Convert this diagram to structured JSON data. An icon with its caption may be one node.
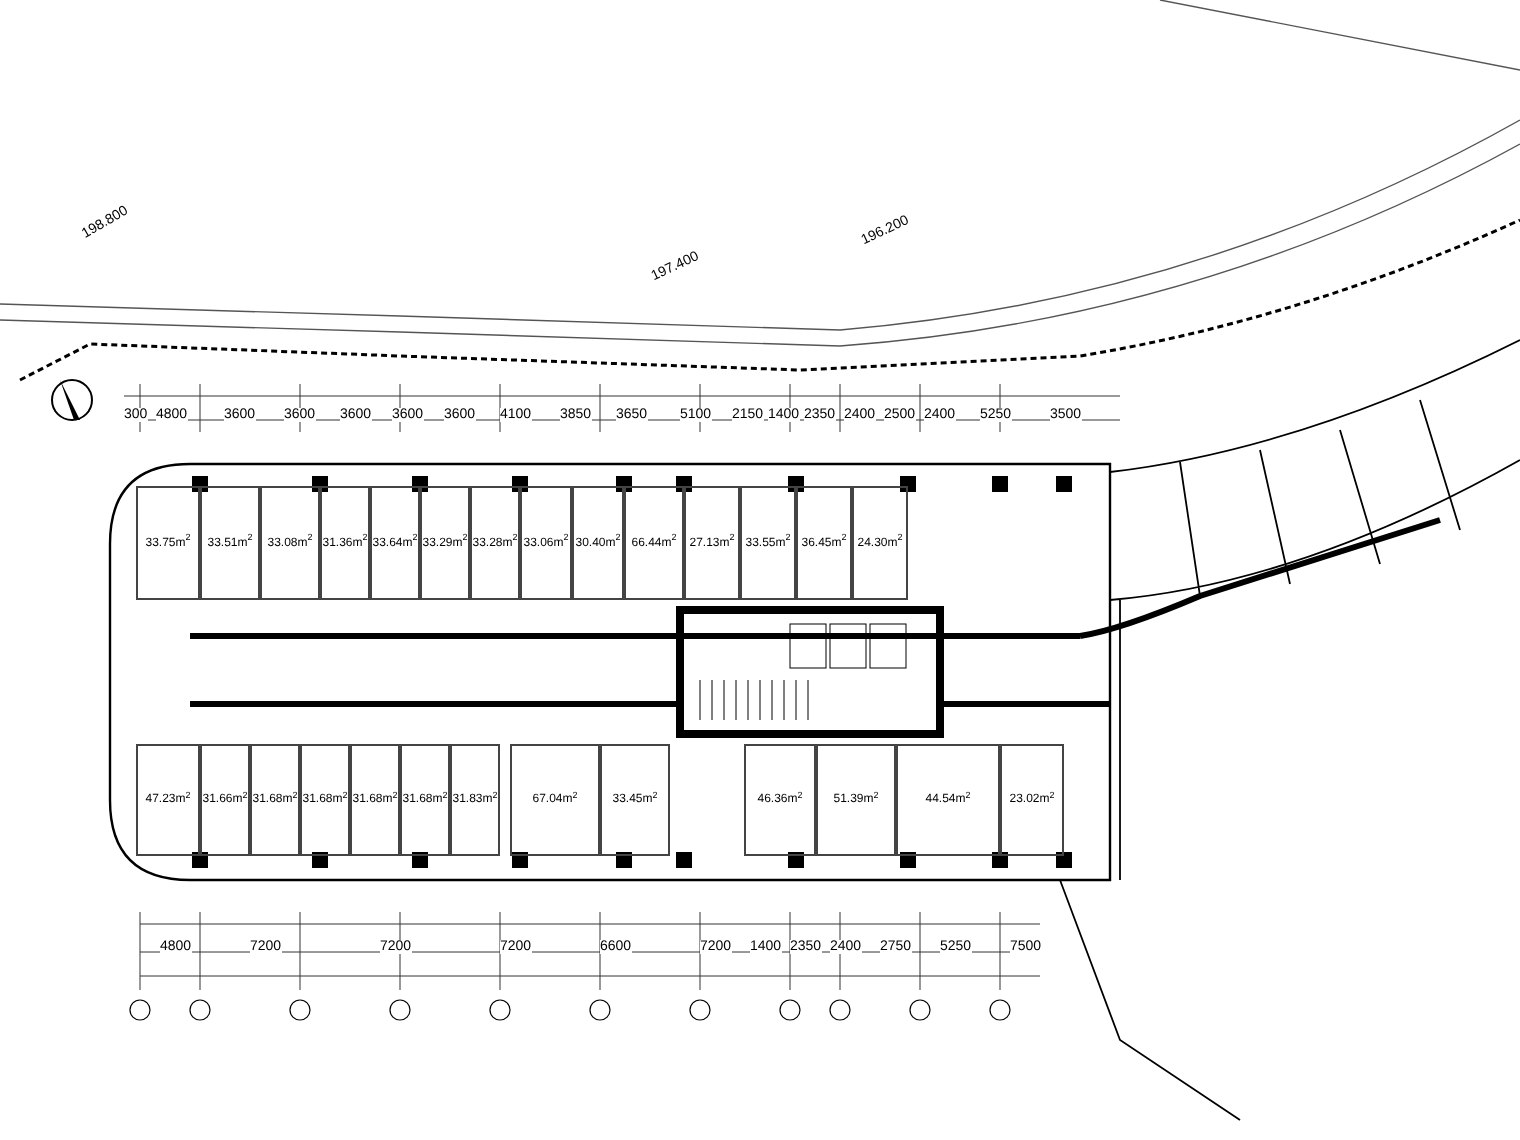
{
  "diagram": {
    "nodes": [
      {
        "text": [
          "33.75m$^{2}$"
        ]
      },
      {
        "text": [
          "33.51m$^{2}$"
        ]
      },
      {
        "text": [
          "33.08m$^{2}$"
        ]
      },
      {
        "text": [
          "31.36m$^{2}$"
        ]
      },
      {
        "text": [
          "33.64m$^{2}$"
        ]
      },
      {
        "text": [
          "33.29m$^{2}$"
        ]
      },
      {
        "text": [
          "33.28m$^{2}$"
        ]
      },
      {
        "text": [
          "33.06m$^{2}$"
        ]
      },
      {
        "text": [
          "30.40m$^{2}$"
        ]
      },
      {
        "text": [
          "66.44m$^{2}$"
        ]
      },
      {
        "text": [
          "27.13m$^{2}$"
        ]
      },
      {
        "text": [
          "33.55m$^{2}$"
        ]
      },
      {
        "text": [
          "36.45m$^{2}$"
        ]
      },
      {
        "text": [
          "24.30m$^{2}$"
        ]
      },
      {
        "text": [
          "47.23m$^{2}$"
        ]
      },
      {
        "text": [
          "31.66m$^{2}$"
        ]
      },
      {
        "text": [
          "31.68m$^{2}$"
        ]
      },
      {
        "text": [
          "31.68m$^{2}$"
        ]
      },
      {
        "text": [
          "31.68m$^{2}$"
        ]
      },
      {
        "text": [
          "31.68m$^{2}$"
        ]
      },
      {
        "text": [
          "31.83m$^{2}$"
        ]
      },
      {
        "text": [
          "67.04m$^{2}$"
        ]
      },
      {
        "text": [
          "33.45m$^{2}$"
        ]
      },
      {
        "text": [
          "46.36m$^{2}$"
        ]
      },
      {
        "text": [
          "51.39m$^{2}$"
        ]
      },
      {
        "text": [
          "44.54m$^{2}$"
        ]
      },
      {
        "text": [
          "23.02m$^{2}$"
        ]
      }
    ],
    "labels": [
      "198.800",
      "197.400",
      "196.200",
      "300",
      "4800",
      "3600",
      "3600",
      "3600",
      "3600",
      "3600",
      "4100",
      "3850",
      "3650",
      "5100",
      "2150",
      "1400",
      "2350",
      "2400",
      "2500",
      "2400",
      "5250",
      "3500",
      "4800",
      "7200",
      "7200",
      "7200",
      "6600",
      "7200",
      "1400",
      "2350",
      "2400",
      "2750",
      "5250",
      "7500"
    ]
  }
}
